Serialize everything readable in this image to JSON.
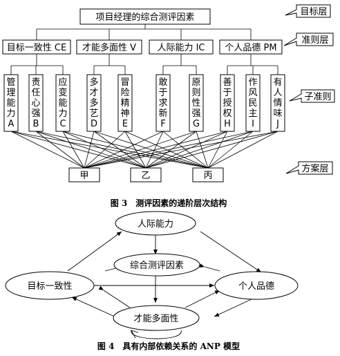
{
  "figure3": {
    "goal": "项目经理的综合测评因素",
    "criteria": [
      "目标一致性 CE",
      "才能多面性 V",
      "人际能力 IC",
      "个人品德 PM"
    ],
    "subcriteria": [
      {
        "text": "管理能力",
        "letter": "A"
      },
      {
        "text": "责任心强",
        "letter": "B"
      },
      {
        "text": "应变能力",
        "letter": "C"
      },
      {
        "text": "多才多艺",
        "letter": "D"
      },
      {
        "text": "冒险精神",
        "letter": "E"
      },
      {
        "text": "敢于求新",
        "letter": "F"
      },
      {
        "text": "原则性强",
        "letter": "G"
      },
      {
        "text": "善于授权",
        "letter": "H"
      },
      {
        "text": "作风民主",
        "letter": "I"
      },
      {
        "text": "有人情味",
        "letter": "J"
      }
    ],
    "alternatives": [
      "甲",
      "乙",
      "丙"
    ],
    "callouts": [
      "目标层",
      "准则层",
      "子准则",
      "方案层"
    ],
    "caption": "图 3　测评因素的递阶层次结构"
  },
  "figure4": {
    "nodes": {
      "interpersonal": "人际能力",
      "center": "综合测评因素",
      "goal_consistency": "目标一致性",
      "personal_ethics": "个人品德",
      "versatility": "才能多面性"
    },
    "caption": "图 4　具有内部依赖关系的 ANP 模型"
  }
}
